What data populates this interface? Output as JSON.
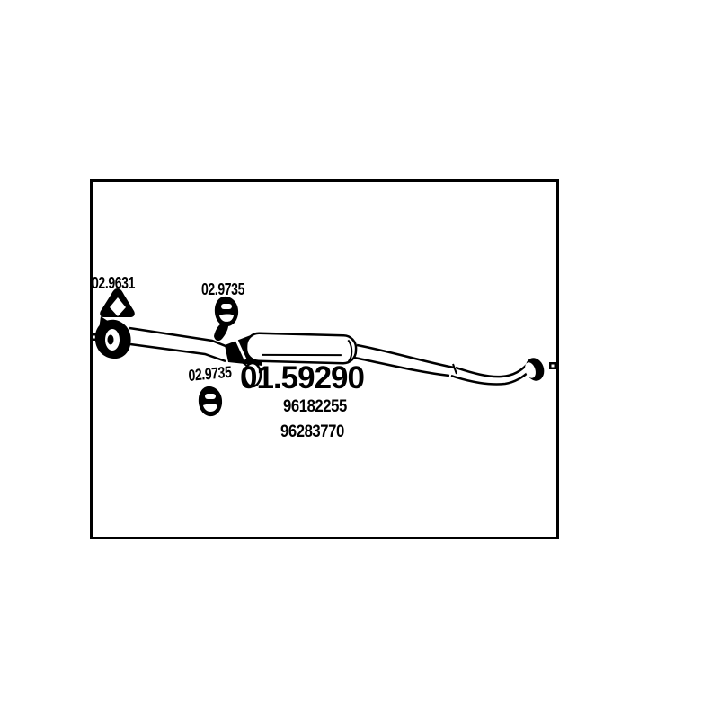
{
  "diagram": {
    "type": "exhaust-part-technical-drawing",
    "title_part_number": "01.59290",
    "oem_numbers": [
      "96182255",
      "96283770"
    ],
    "gasket_label": "02.9631",
    "hanger_top_label": "02.9735",
    "hanger_bottom_label": "02.9735",
    "icons": {
      "gasket": "triangle-gasket-icon",
      "hanger_top": "rubber-mount-icon",
      "hanger_bottom": "rubber-mount-icon",
      "left_marker": "frame-connector-marker",
      "right_marker": "frame-connector-marker"
    },
    "colors": {
      "line": "#000000",
      "background": "#ffffff"
    }
  }
}
